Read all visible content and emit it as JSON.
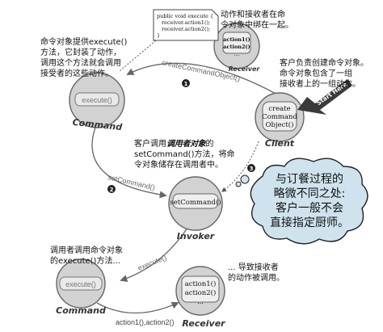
{
  "nodes": {
    "command_top": {
      "method": "execute()",
      "label": "Command"
    },
    "client": {
      "lines": [
        "create",
        "Command",
        "Object()"
      ],
      "label": "Client"
    },
    "receiver_top": {
      "actions": [
        "action1()",
        "action2()"
      ],
      "ellipsis": "...",
      "label": "Receiver"
    },
    "invoker": {
      "method": "setCommand()",
      "label": "Invoker"
    },
    "command_bottom": {
      "method": "execute()",
      "label": "Command"
    },
    "receiver_bottom": {
      "actions": [
        "action1()",
        "action2()"
      ],
      "ellipsis": "...",
      "label": "Receiver"
    }
  },
  "code_box": {
    "lines": [
      "public void execute {",
      "receiver.action1();",
      "receiver.action2();",
      "}"
    ]
  },
  "start_here": "Start Here",
  "arrows": {
    "create_command_object": "createCommandObject()",
    "set_command": "setCommand()",
    "execute": "execute()",
    "actions": "action1(),action2()"
  },
  "steps": [
    "1",
    "2",
    "3"
  ],
  "notes": {
    "top_middle": [
      "动作和接收者在命",
      "令对象中绑在一起。"
    ],
    "top_left": [
      "命令对象提供execute()",
      "方法，它封装了动作，",
      "调用这个方法就会调用",
      "接受者的这些动作。"
    ],
    "right": [
      "客户负责创建命令对象。",
      "命令对象包含了一组",
      "接收者上的一组动作。"
    ],
    "middle_line1_prefix": "客户调用",
    "middle_line1_emph": "调用者对象",
    "middle_line1_suffix": "的",
    "middle_line2": "setCommand()方法，将命",
    "middle_line3": "令对象储存在调用者中。",
    "bottom_left": [
      "调用者调用命令对象",
      "的execute()方法..."
    ],
    "bottom_right": [
      "... 导致接收者",
      "的动作被调用。"
    ]
  },
  "callout": {
    "lines": [
      "与订餐过程的",
      "略微不同之处:",
      "客户一般不会",
      "直接指定厨师。"
    ]
  },
  "colors": {
    "node_fill": "#d2d2d2",
    "node_stroke": "#666666",
    "arrow": "#666666",
    "dotted": "#555555",
    "step_fill": "#222222",
    "callout_fill": "#cfe3ee",
    "callout_stroke": "#222222",
    "start_here_fill": "#3a3a3a"
  }
}
